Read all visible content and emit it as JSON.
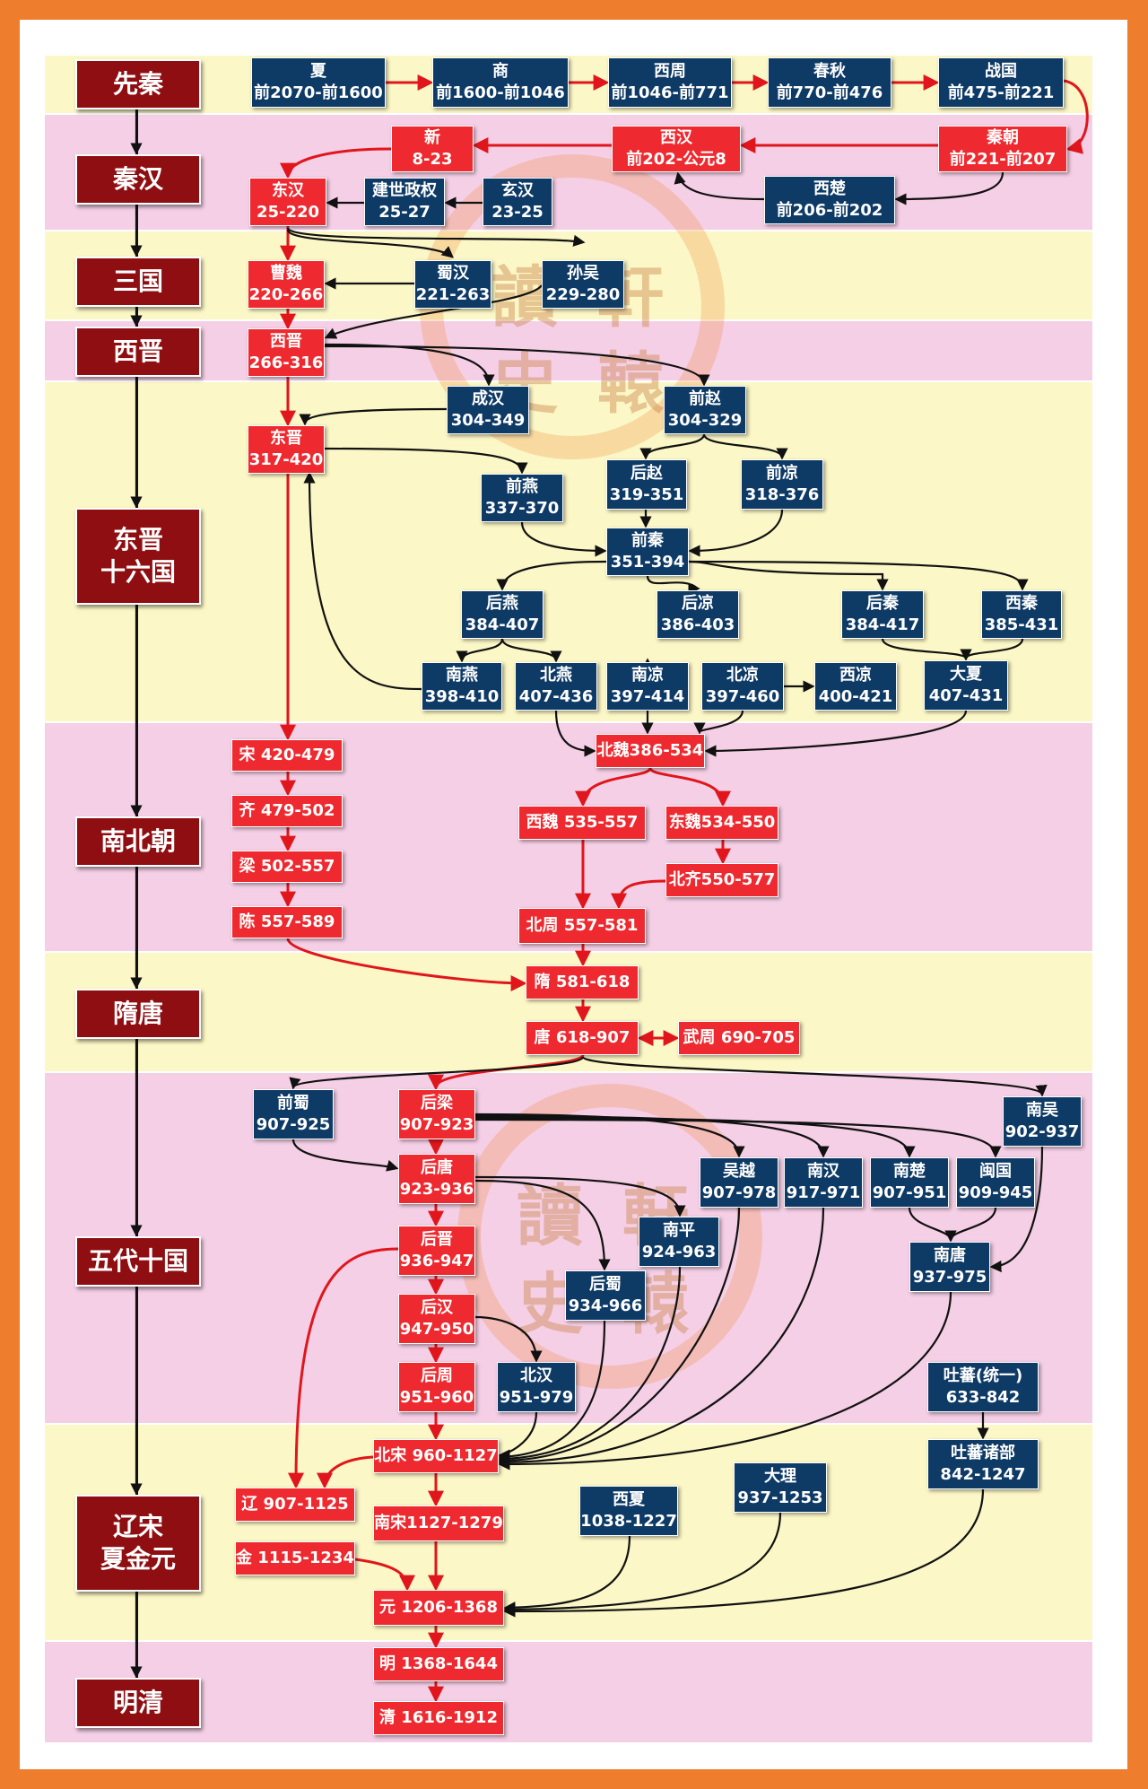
{
  "colors": {
    "frame": "#ee7d2e",
    "era_box": "#8e0e12",
    "dynasty_red": "#ee2a30",
    "dynasty_blue": "#0e3a66",
    "band_yellow": "#fbf7c6",
    "band_pink": "#f5cfe6",
    "arrow_red": "#e0161c",
    "arrow_black": "#111111"
  },
  "watermark": {
    "chars": [
      "讀",
      "軒",
      "史",
      "轅"
    ]
  },
  "eras": [
    {
      "id": "xianqin",
      "label": "先秦"
    },
    {
      "id": "qinhan",
      "label": "秦汉"
    },
    {
      "id": "sanguo",
      "label": "三国"
    },
    {
      "id": "xijin",
      "label": "西晋"
    },
    {
      "id": "dongjin",
      "label": "东晋\n十六国"
    },
    {
      "id": "nanbeichao",
      "label": "南北朝"
    },
    {
      "id": "suitang",
      "label": "隋唐"
    },
    {
      "id": "wudai",
      "label": "五代十国"
    },
    {
      "id": "liaosong",
      "label": "辽宋\n夏金元"
    },
    {
      "id": "mingqing",
      "label": "明清"
    }
  ],
  "dynasties": [
    {
      "id": "xia",
      "name": "夏",
      "years": "前2070-前1600"
    },
    {
      "id": "shang",
      "name": "商",
      "years": "前1600-前1046"
    },
    {
      "id": "xizhou",
      "name": "西周",
      "years": "前1046-前771"
    },
    {
      "id": "chunqiu",
      "name": "春秋",
      "years": "前770-前476"
    },
    {
      "id": "zhanguo",
      "name": "战国",
      "years": "前475-前221"
    },
    {
      "id": "xin",
      "name": "新",
      "years": "8-23"
    },
    {
      "id": "xihan",
      "name": "西汉",
      "years": "前202-公元8"
    },
    {
      "id": "qinchao",
      "name": "秦朝",
      "years": "前221-前207"
    },
    {
      "id": "donghan",
      "name": "东汉",
      "years": "25-220"
    },
    {
      "id": "jianshi",
      "name": "建世政权",
      "years": "25-27"
    },
    {
      "id": "xuanhan",
      "name": "玄汉",
      "years": "23-25"
    },
    {
      "id": "xichu",
      "name": "西楚",
      "years": "前206-前202"
    },
    {
      "id": "caowei",
      "name": "曹魏",
      "years": "220-266"
    },
    {
      "id": "shuhan",
      "name": "蜀汉",
      "years": "221-263"
    },
    {
      "id": "sunwu",
      "name": "孙吴",
      "years": "229-280"
    },
    {
      "id": "xijin",
      "name": "西晋",
      "years": "266-316"
    },
    {
      "id": "chenghan",
      "name": "成汉",
      "years": "304-349"
    },
    {
      "id": "qianzhao",
      "name": "前赵",
      "years": "304-329"
    },
    {
      "id": "dongjin",
      "name": "东晋",
      "years": "317-420"
    },
    {
      "id": "qianyan",
      "name": "前燕",
      "years": "337-370"
    },
    {
      "id": "houzhao",
      "name": "后赵",
      "years": "319-351"
    },
    {
      "id": "qianliang",
      "name": "前凉",
      "years": "318-376"
    },
    {
      "id": "qianqin",
      "name": "前秦",
      "years": "351-394"
    },
    {
      "id": "houyan",
      "name": "后燕",
      "years": "384-407"
    },
    {
      "id": "houliang",
      "name": "后凉",
      "years": "386-403"
    },
    {
      "id": "houqin",
      "name": "后秦",
      "years": "384-417"
    },
    {
      "id": "xiqin",
      "name": "西秦",
      "years": "385-431"
    },
    {
      "id": "nanyan",
      "name": "南燕",
      "years": "398-410"
    },
    {
      "id": "beiyan",
      "name": "北燕",
      "years": "407-436"
    },
    {
      "id": "nanliang",
      "name": "南凉",
      "years": "397-414"
    },
    {
      "id": "beiliang",
      "name": "北凉",
      "years": "397-460"
    },
    {
      "id": "xiliang",
      "name": "西凉",
      "years": "400-421"
    },
    {
      "id": "daxia",
      "name": "大夏",
      "years": "407-431"
    },
    {
      "id": "song_s",
      "label": "宋 420-479"
    },
    {
      "id": "qi",
      "label": "齐 479-502"
    },
    {
      "id": "liang",
      "label": "梁 502-557"
    },
    {
      "id": "chen",
      "label": "陈 557-589"
    },
    {
      "id": "beiwei",
      "label": "北魏386-534"
    },
    {
      "id": "xiwei",
      "label": "西魏 535-557"
    },
    {
      "id": "dongwei",
      "label": "东魏534-550"
    },
    {
      "id": "beiqi",
      "label": "北齐550-577"
    },
    {
      "id": "beizhou",
      "label": "北周 557-581"
    },
    {
      "id": "sui",
      "label": "隋 581-618"
    },
    {
      "id": "tang",
      "label": "唐 618-907"
    },
    {
      "id": "wuzhou",
      "label": "武周 690-705"
    },
    {
      "id": "qianshu",
      "name": "前蜀",
      "years": "907-925"
    },
    {
      "id": "houliang5",
      "name": "后梁",
      "years": "907-923"
    },
    {
      "id": "nanwu",
      "name": "南吴",
      "years": "902-937"
    },
    {
      "id": "houtang",
      "name": "后唐",
      "years": "923-936"
    },
    {
      "id": "wuyue",
      "name": "吴越",
      "years": "907-978"
    },
    {
      "id": "nanhan",
      "name": "南汉",
      "years": "917-971"
    },
    {
      "id": "nanchu",
      "name": "南楚",
      "years": "907-951"
    },
    {
      "id": "minguo",
      "name": "闽国",
      "years": "909-945"
    },
    {
      "id": "nanping",
      "name": "南平",
      "years": "924-963"
    },
    {
      "id": "houjin",
      "name": "后晋",
      "years": "936-947"
    },
    {
      "id": "nantang",
      "name": "南唐",
      "years": "937-975"
    },
    {
      "id": "houshu",
      "name": "后蜀",
      "years": "934-966"
    },
    {
      "id": "houhan",
      "name": "后汉",
      "years": "947-950"
    },
    {
      "id": "houzhou",
      "name": "后周",
      "years": "951-960"
    },
    {
      "id": "beihan",
      "name": "北汉",
      "years": "951-979"
    },
    {
      "id": "tubo",
      "name": "吐蕃(统一)",
      "years": "633-842"
    },
    {
      "id": "beisong",
      "label": "北宋 960-1127"
    },
    {
      "id": "tubozhubu",
      "name": "吐蕃诸部",
      "years": "842-1247"
    },
    {
      "id": "liao",
      "label": "辽 907-1125"
    },
    {
      "id": "xixia",
      "name": "西夏",
      "years": "1038-1227"
    },
    {
      "id": "dali",
      "name": "大理",
      "years": "937-1253"
    },
    {
      "id": "nansong",
      "label": "南宋1127-1279"
    },
    {
      "id": "jin",
      "label": "金 1115-1234"
    },
    {
      "id": "yuan",
      "label": "元 1206-1368"
    },
    {
      "id": "ming",
      "label": "明 1368-1644"
    },
    {
      "id": "qing",
      "label": "清 1616-1912"
    }
  ]
}
